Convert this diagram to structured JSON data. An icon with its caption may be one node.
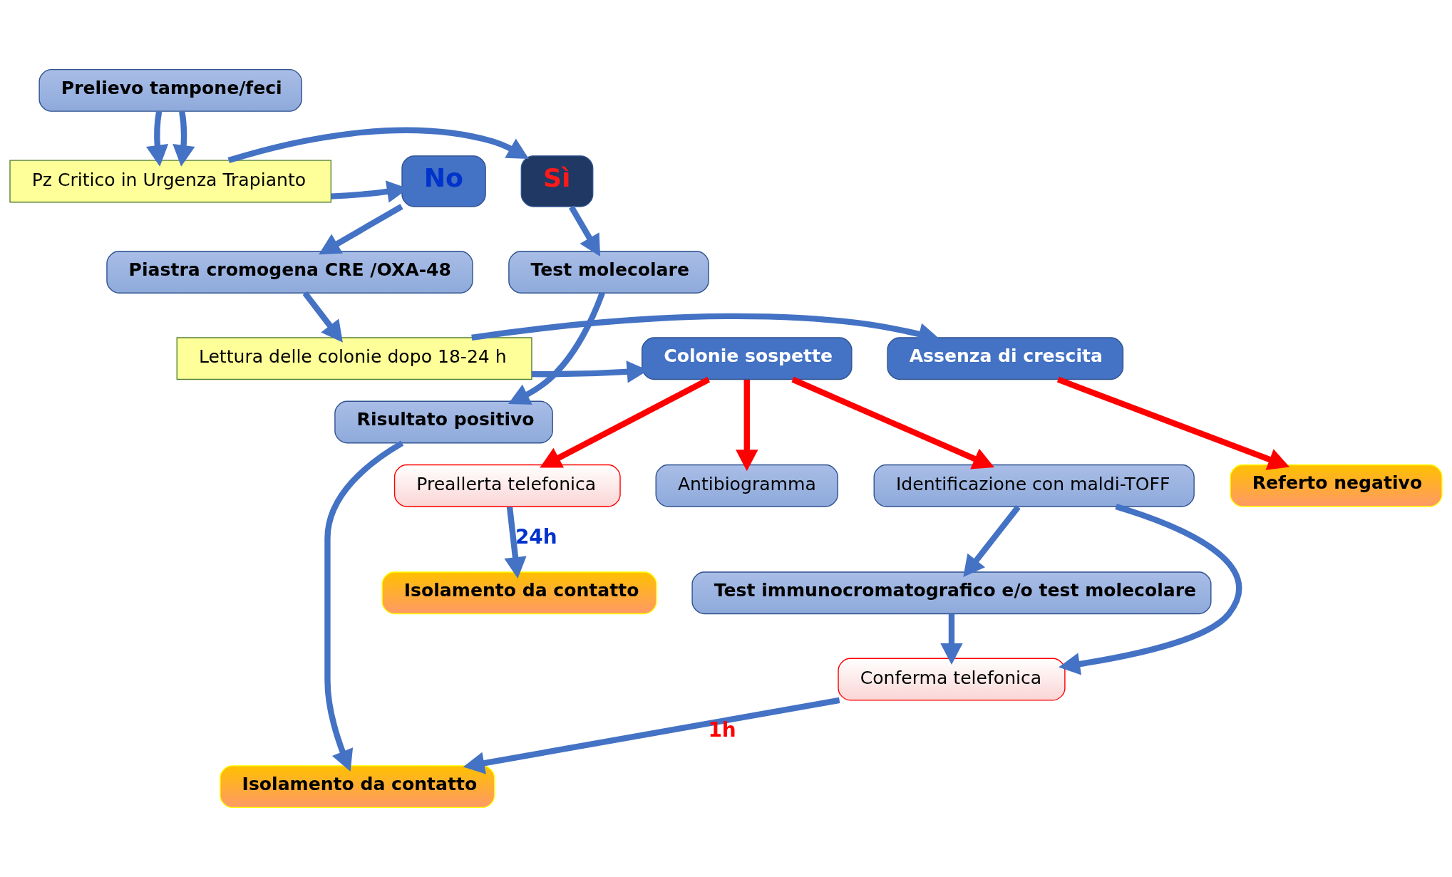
{
  "diagram": {
    "nodes": [
      {
        "text": [
          "Prelievo tampone/feci"
        ]
      },
      {
        "text": [
          "Pz Critico in Urgenza Trapianto"
        ]
      },
      {
        "text": [
          "Sì"
        ]
      },
      {
        "text": [
          "No"
        ]
      },
      {
        "text": [
          "Test molecolare"
        ]
      },
      {
        "text": [
          "Piastra cromogena CRE /OXA-48"
        ]
      },
      {
        "text": [
          "Risultato positivo"
        ]
      },
      {
        "text": [
          "Lettura delle colonie dopo 18-24 h"
        ]
      },
      {
        "text": [
          "Assenza di crescita"
        ]
      },
      {
        "text": [
          "Colonie sospette"
        ]
      },
      {
        "text": [
          "Referto negativo"
        ]
      },
      {
        "text": [
          "Antibiogramma"
        ]
      },
      {
        "text": [
          "Test immunocromatografico e/o test molecolare"
        ]
      },
      {
        "text": [
          "Identificazione con maldi-TOFF"
        ]
      },
      {
        "text": [
          "Isolamento da contatto"
        ]
      },
      {
        "text": [
          "Conferma telefonica"
        ]
      },
      {
        "text": [
          "Preallerta telefonica"
        ]
      },
      {
        "text": [
          "Isolamento da contatto"
        ]
      }
    ],
    "edges": [
      {
        "from": 0,
        "to": 1,
        "arrow": "to"
      },
      {
        "from": 0,
        "to": 1,
        "arrow": "to"
      },
      {
        "from": 1,
        "to": 2,
        "arrow": "to"
      },
      {
        "from": 1,
        "to": 3,
        "arrow": "to"
      },
      {
        "from": 2,
        "to": 4,
        "arrow": "to"
      },
      {
        "from": 3,
        "to": 5,
        "arrow": "to"
      },
      {
        "from": 4,
        "to": 6,
        "arrow": "to"
      },
      {
        "from": 6,
        "to": 14,
        "arrow": "to"
      },
      {
        "from": 5,
        "to": 7,
        "arrow": "to"
      },
      {
        "from": 7,
        "to": 8,
        "arrow": "to"
      },
      {
        "from": 7,
        "to": 9,
        "arrow": "to"
      },
      {
        "from": 8,
        "to": 10,
        "arrow": "to",
        "color": "#ff0000"
      },
      {
        "from": 9,
        "to": 11,
        "arrow": "to",
        "color": "#ff0000"
      },
      {
        "from": 9,
        "to": 13,
        "arrow": "to",
        "color": "#ff0000"
      },
      {
        "from": 9,
        "to": 16,
        "arrow": "to",
        "color": "#ff0000"
      },
      {
        "from": 13,
        "to": 12,
        "arrow": "to"
      },
      {
        "from": 12,
        "to": 15,
        "arrow": "to"
      },
      {
        "from": 13,
        "to": 15,
        "arrow": "to"
      },
      {
        "from": 15,
        "to": 14,
        "arrow": "to",
        "label": "1h"
      },
      {
        "from": 16,
        "to": 17,
        "arrow": "to",
        "label": "24h"
      }
    ]
  }
}
